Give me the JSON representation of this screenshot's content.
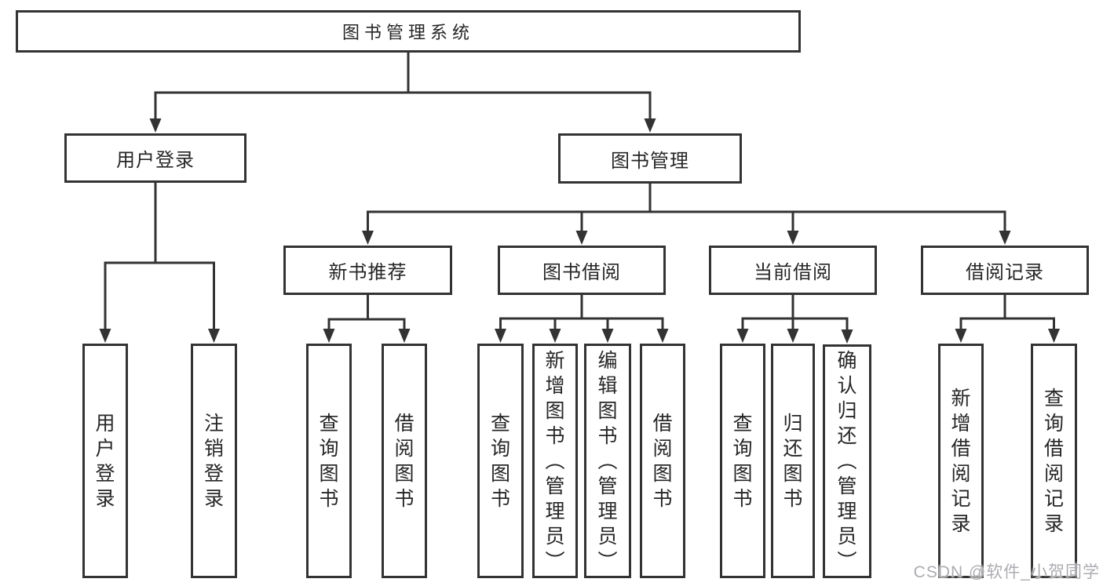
{
  "diagram": {
    "type": "hierarchy",
    "nodes": [
      {
        "id": "root",
        "label": "图书管理系统",
        "orient": "h"
      },
      {
        "id": "login",
        "label": "用户登录",
        "orient": "h"
      },
      {
        "id": "mgmt",
        "label": "图书管理",
        "orient": "h"
      },
      {
        "id": "login-1",
        "label": "用户登录",
        "orient": "v"
      },
      {
        "id": "login-2",
        "label": "注销登录",
        "orient": "v"
      },
      {
        "id": "rec",
        "label": "新书推荐",
        "orient": "h"
      },
      {
        "id": "rec-1",
        "label": "查询图书",
        "orient": "v"
      },
      {
        "id": "rec-2",
        "label": "借阅图书",
        "orient": "v"
      },
      {
        "id": "borrow",
        "label": "图书借阅",
        "orient": "h"
      },
      {
        "id": "borrow-1",
        "label": "查询图书",
        "orient": "v"
      },
      {
        "id": "borrow-2",
        "label": "新增图书（管理员）",
        "orient": "v"
      },
      {
        "id": "borrow-3",
        "label": "编辑图书（管理员）",
        "orient": "v"
      },
      {
        "id": "borrow-4",
        "label": "借阅图书",
        "orient": "v"
      },
      {
        "id": "current",
        "label": "当前借阅",
        "orient": "h"
      },
      {
        "id": "current-1",
        "label": "查询图书",
        "orient": "v"
      },
      {
        "id": "current-2",
        "label": "归还图书",
        "orient": "v"
      },
      {
        "id": "current-3",
        "label": "确认归还（管理员）",
        "orient": "v"
      },
      {
        "id": "records",
        "label": "借阅记录",
        "orient": "h"
      },
      {
        "id": "records-1",
        "label": "新增借阅记录",
        "orient": "v"
      },
      {
        "id": "records-2",
        "label": "查询借阅记录",
        "orient": "v"
      }
    ],
    "edges": [
      {
        "parent": "root",
        "children": [
          "login",
          "mgmt"
        ]
      },
      {
        "parent": "login",
        "children": [
          "login-1",
          "login-2"
        ]
      },
      {
        "parent": "mgmt",
        "children": [
          "rec",
          "borrow",
          "current",
          "records"
        ]
      },
      {
        "parent": "rec",
        "children": [
          "rec-1",
          "rec-2"
        ]
      },
      {
        "parent": "borrow",
        "children": [
          "borrow-1",
          "borrow-2",
          "borrow-3",
          "borrow-4"
        ]
      },
      {
        "parent": "current",
        "children": [
          "current-1",
          "current-2",
          "current-3"
        ]
      },
      {
        "parent": "records",
        "children": [
          "records-1",
          "records-2"
        ]
      }
    ]
  },
  "watermark": "CSDN @软件_小贺同学",
  "colors": {
    "line": "#333333",
    "border": "#333333",
    "fill": "#ffffff",
    "text": "#262626",
    "background": "#ffffff",
    "watermark": "#acacb2"
  }
}
